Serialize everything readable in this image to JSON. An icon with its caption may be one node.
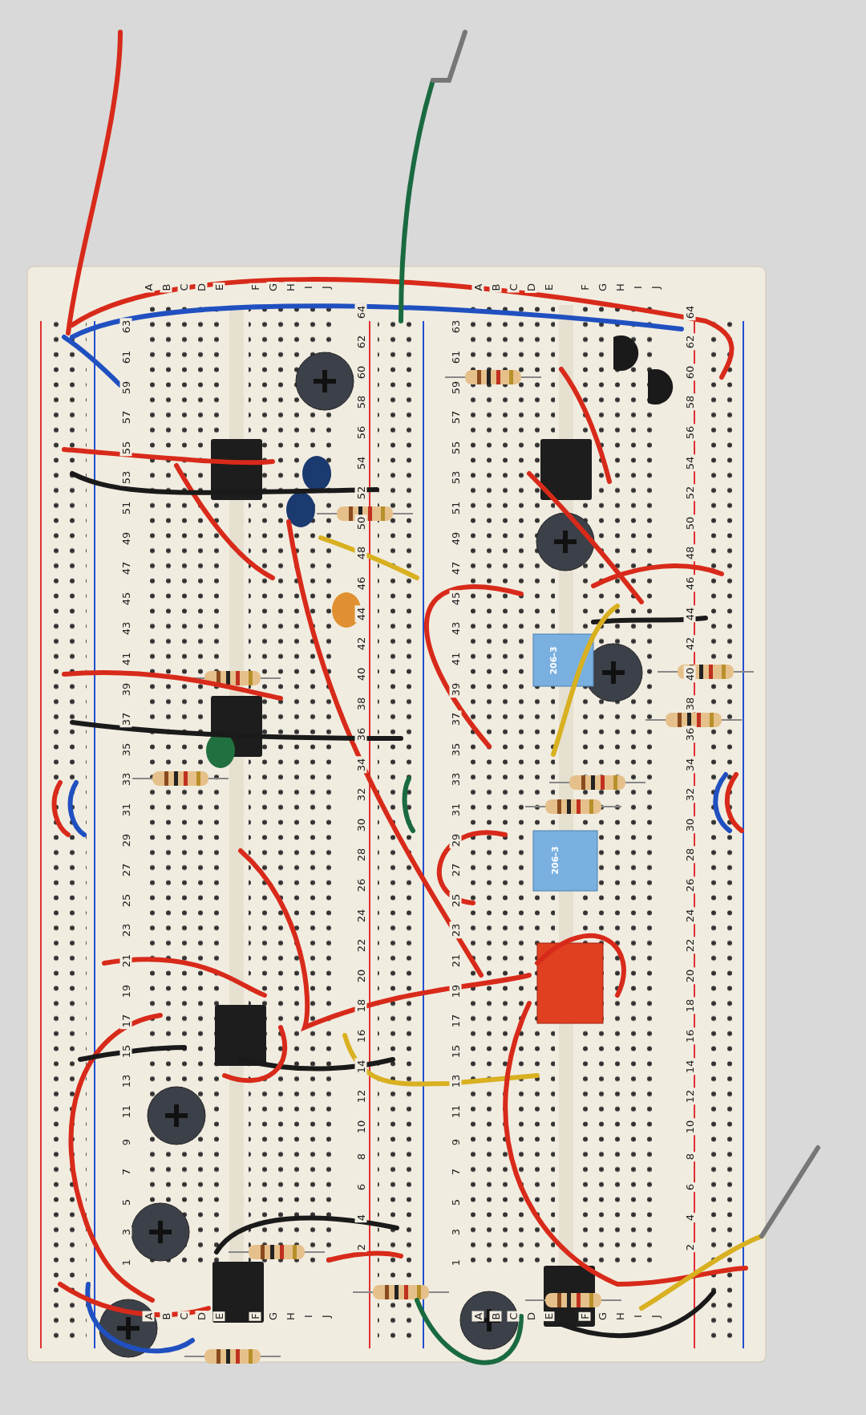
{
  "diagram": {
    "labels": [
      "A",
      "B",
      "C",
      "D",
      "E",
      "F",
      "G",
      "H",
      "I",
      "J",
      "63",
      "61",
      "59",
      "57",
      "55",
      "53",
      "51",
      "49",
      "47",
      "45",
      "43",
      "41",
      "39",
      "37",
      "35",
      "33",
      "31",
      "29",
      "27",
      "25",
      "23",
      "21",
      "19",
      "17",
      "15",
      "13",
      "11",
      "9",
      "7",
      "5",
      "3",
      "1",
      "64",
      "62",
      "60",
      "58",
      "56",
      "54",
      "52",
      "50",
      "48",
      "46",
      "44",
      "42",
      "40",
      "38",
      "36",
      "34",
      "32",
      "30",
      "28",
      "26",
      "24",
      "22",
      "20",
      "18",
      "16",
      "14",
      "12",
      "10",
      "8",
      "6",
      "4",
      "2",
      "A",
      "B",
      "C",
      "D",
      "E",
      "F",
      "G",
      "H",
      "I",
      "J",
      "A",
      "B",
      "C",
      "D",
      "E",
      "F",
      "G",
      "H",
      "I",
      "J",
      "63",
      "61",
      "59",
      "57",
      "55",
      "53",
      "51",
      "49",
      "47",
      "45",
      "43",
      "41",
      "39",
      "37",
      "35",
      "33",
      "31",
      "29",
      "27",
      "25",
      "23",
      "21",
      "19",
      "17",
      "15",
      "13",
      "11",
      "9",
      "7",
      "5",
      "3",
      "1",
      "64",
      "62",
      "60",
      "58",
      "56",
      "54",
      "52",
      "50",
      "48",
      "46",
      "44",
      "42",
      "40",
      "38",
      "36",
      "34",
      "32",
      "30",
      "28",
      "26",
      "24",
      "22",
      "20",
      "18",
      "16",
      "14",
      "12",
      "10",
      "8",
      "6",
      "4",
      "2",
      "A",
      "B",
      "C",
      "D",
      "E",
      "F",
      "G",
      "H",
      "I",
      "J",
      "206-3",
      "206-3"
    ]
  }
}
